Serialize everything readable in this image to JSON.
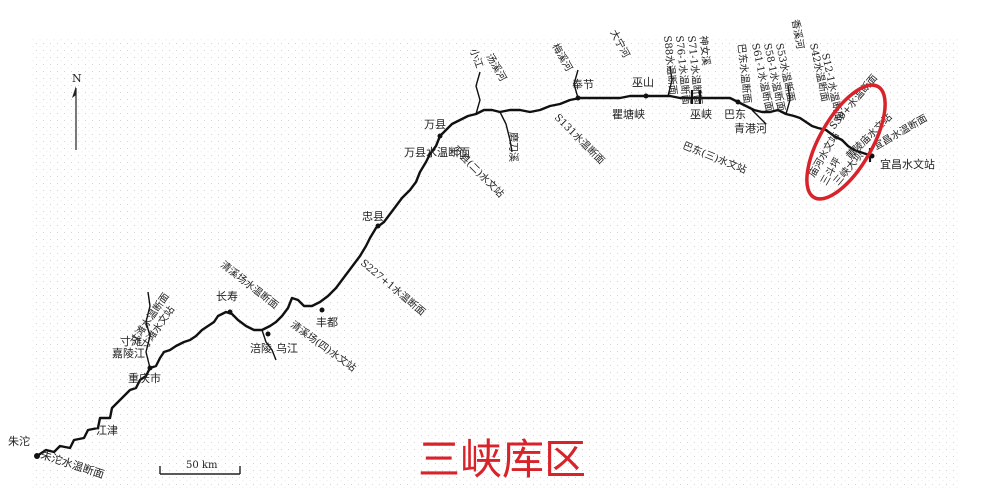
{
  "north_label": "N",
  "scale_label": "50 km",
  "region_title": "三峡库区",
  "colors": {
    "river": "#111111",
    "highlight": "#d8232a",
    "title": "#d8232a",
    "stipple": "#c9c9c9"
  },
  "labels": {
    "zhutuo": "朱沱",
    "zhutuo_section": "朱沱水温断面",
    "jiangjin": "江津",
    "jialingjiang": "嘉陵江",
    "cuntan": "寸滩",
    "cuntan_section": "寸滩水温断面",
    "cuntan_station": "寸滩水文站",
    "chongqing": "重庆市",
    "changshou": "长寿",
    "qingxichang_section": "清溪场水温断面",
    "fuling": "涪陵",
    "wujiang": "乌江",
    "qingxichang_station": "清溪场(四)水文站",
    "fengdu": "丰都",
    "s227": "S227+1水温断面",
    "zhongxian": "忠县",
    "wanxian": "万县",
    "wanxian_section": "万县水温断面",
    "wanxian_station": "万县(二)水文站",
    "xiaojiang": "小江",
    "modaoxi": "磨刀溪",
    "tangxi": "汤溪河",
    "meixi": "梅溪河",
    "s131": "S131水温断面",
    "fengjie": "奉节",
    "qutangxia": "瞿塘峡",
    "daning": "大宁河",
    "wushan": "巫山",
    "s88": "S88水温断面",
    "s76": "S76-1水温断面",
    "s71": "S71-1水温断面",
    "shennv": "神女溪",
    "wuxia": "巫峡",
    "badong": "巴东",
    "badong_section": "巴东水温断面",
    "badong_station": "巴东(三)水文站",
    "s61": "S61-1水温断面",
    "s58": "S58-1水温断面",
    "s53": "S53水温断面",
    "xiangxi": "香溪河",
    "qinggang": "青港河",
    "s42": "S42水温断面",
    "s12": "S12-1水温断面",
    "s30": "S30+水温断面",
    "miaohe": "庙河水文站",
    "sandouping": "三斗坪",
    "sanxia_dam": "三峡大坝",
    "huangling": "黄陵庙水文站",
    "yichang_section": "宜昌水温断面",
    "yichang_station": "宜昌水文站"
  }
}
